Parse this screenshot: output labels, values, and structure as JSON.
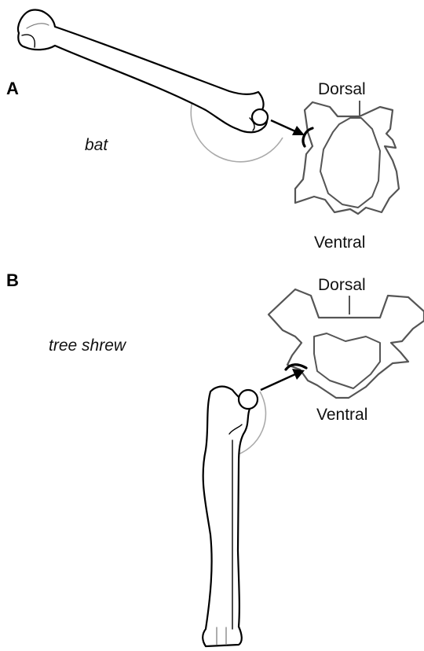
{
  "panels": [
    {
      "label": "A",
      "species": "bat",
      "top_label": "Dorsal",
      "bottom_label": "Ventral"
    },
    {
      "label": "B",
      "species": "tree shrew",
      "top_label": "Dorsal",
      "bottom_label": "Ventral"
    }
  ],
  "colors": {
    "bone_outline": "#000000",
    "pelvis_outline": "#555555",
    "range_arc": "#aaaaaa",
    "arrow": "#000000"
  }
}
